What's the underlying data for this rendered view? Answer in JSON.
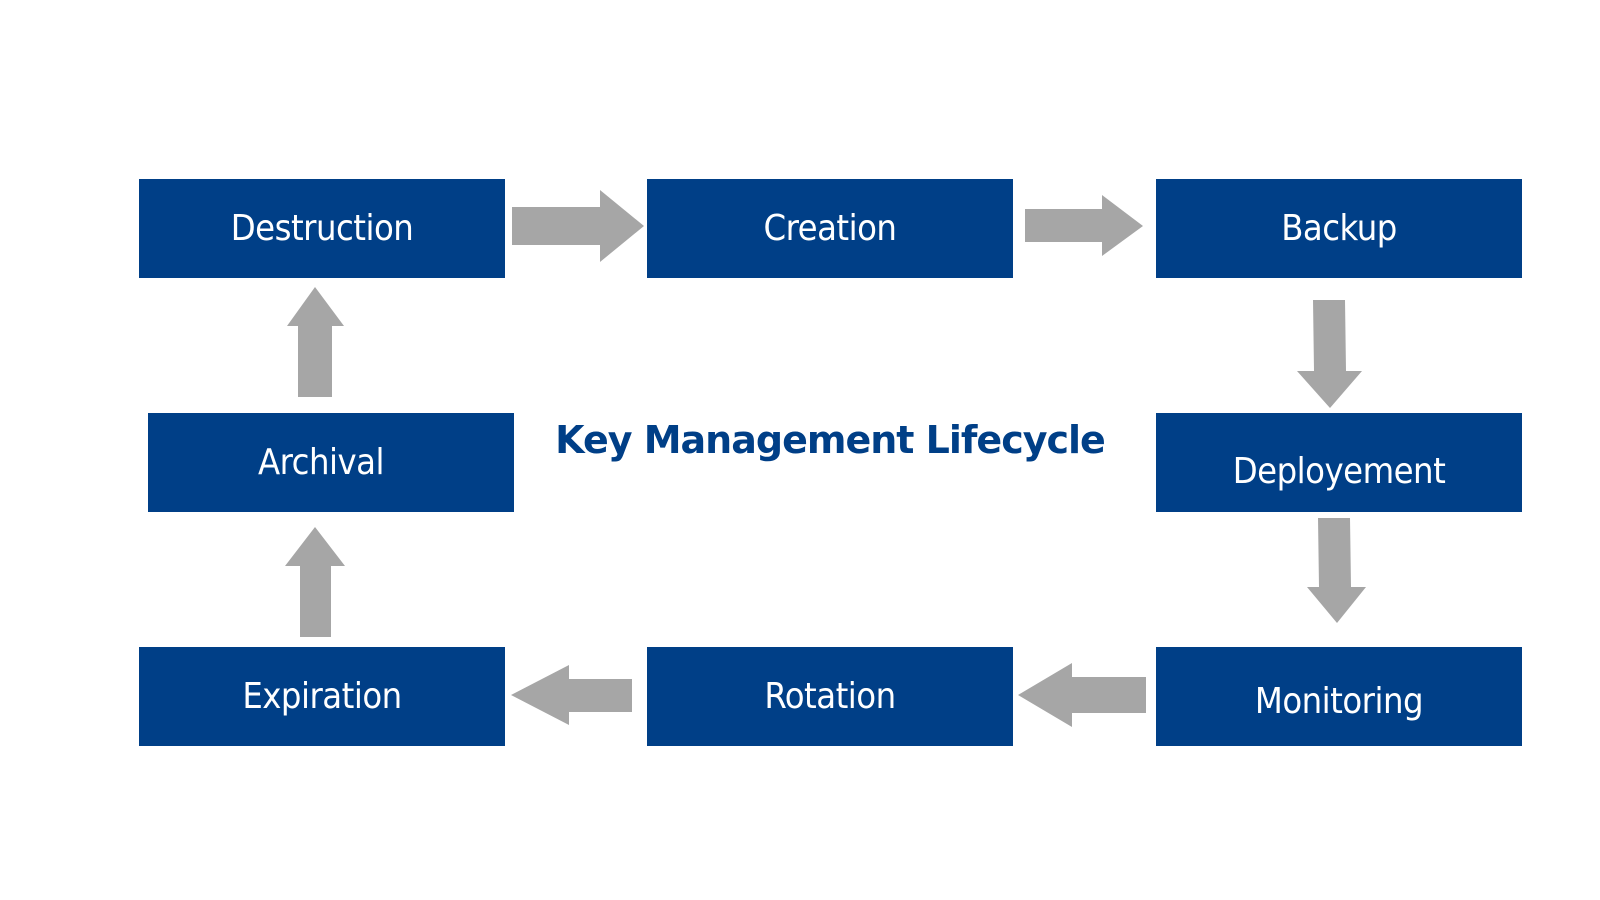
{
  "diagram": {
    "title": "Key Management Lifecycle",
    "stages": [
      {
        "id": "destruction",
        "label": "Destruction"
      },
      {
        "id": "creation",
        "label": "Creation"
      },
      {
        "id": "backup",
        "label": "Backup"
      },
      {
        "id": "deployement",
        "label": "Deployement"
      },
      {
        "id": "monitoring",
        "label": "Monitoring"
      },
      {
        "id": "rotation",
        "label": "Rotation"
      },
      {
        "id": "expiration",
        "label": "Expiration"
      },
      {
        "id": "archival",
        "label": "Archival"
      }
    ],
    "flow": [
      {
        "from": "destruction",
        "to": "creation"
      },
      {
        "from": "creation",
        "to": "backup"
      },
      {
        "from": "backup",
        "to": "deployement"
      },
      {
        "from": "deployement",
        "to": "monitoring"
      },
      {
        "from": "monitoring",
        "to": "rotation"
      },
      {
        "from": "rotation",
        "to": "expiration"
      },
      {
        "from": "expiration",
        "to": "archival"
      },
      {
        "from": "archival",
        "to": "destruction"
      }
    ]
  },
  "colors": {
    "box_fill": "#003f87",
    "box_text": "#ffffff",
    "title_text": "#003f87",
    "arrow_fill": "#a6a6a6",
    "background": "#ffffff"
  }
}
